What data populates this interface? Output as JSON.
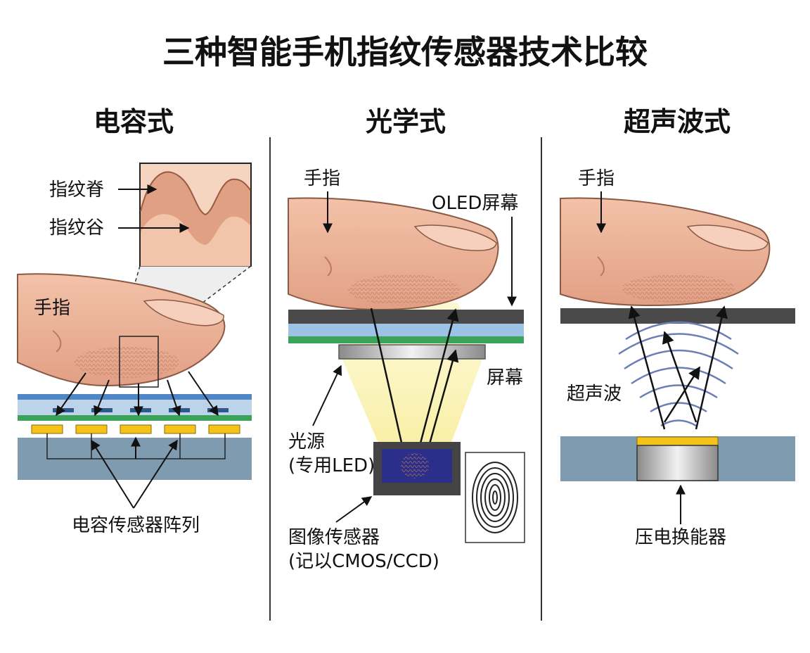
{
  "title": "三种智能手机指纹传感器技术比较",
  "colors": {
    "skin": "#e6a98e",
    "skin_light": "#f3c8b0",
    "sensor_gold": "#f4c21a",
    "glass_dark": "#4a4a4a",
    "glass_blue": "#9cc3e6",
    "green_layer": "#3aa35a",
    "substrate": "#7f9bb0",
    "wave": "#6b7fb6",
    "light_beam": "#f7ee9a"
  },
  "panels": {
    "capacitive": {
      "heading": "电容式",
      "finger_label": "手指",
      "ridge_label": "指纹脊",
      "valley_label": "指纹谷",
      "array_label": "电容传感器阵列"
    },
    "optical": {
      "heading": "光学式",
      "finger_label": "手指",
      "oled_label": "OLED屏幕",
      "screen_label": "屏幕",
      "light_label_1": "光源",
      "light_label_2": "(专用LED)",
      "sensor_label_1": "图像传感器",
      "sensor_label_2": "(记以CMOS/CCD)"
    },
    "ultrasonic": {
      "heading": "超声波式",
      "finger_label": "手指",
      "wave_label": "超声波",
      "transducer_label": "压电换能器"
    }
  }
}
